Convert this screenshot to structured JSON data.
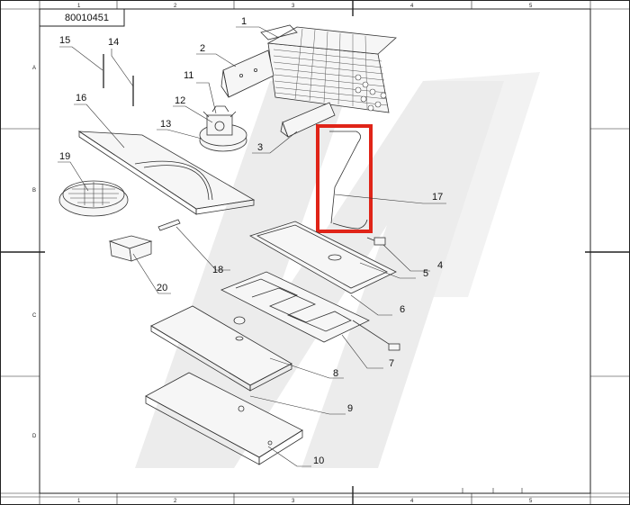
{
  "drawing": {
    "number": "80010451",
    "col_refs": [
      "1",
      "2",
      "3",
      "4",
      "5"
    ],
    "row_refs": [
      "A",
      "B",
      "C",
      "D"
    ],
    "highlight_color": "#e02418"
  },
  "callouts": [
    {
      "id": "1",
      "label": "1"
    },
    {
      "id": "2",
      "label": "2"
    },
    {
      "id": "3",
      "label": "3"
    },
    {
      "id": "4",
      "label": "4"
    },
    {
      "id": "5",
      "label": "5"
    },
    {
      "id": "6",
      "label": "6"
    },
    {
      "id": "7",
      "label": "7"
    },
    {
      "id": "8",
      "label": "8"
    },
    {
      "id": "9",
      "label": "9"
    },
    {
      "id": "10",
      "label": "10"
    },
    {
      "id": "11",
      "label": "11"
    },
    {
      "id": "12",
      "label": "12"
    },
    {
      "id": "13",
      "label": "13"
    },
    {
      "id": "14",
      "label": "14"
    },
    {
      "id": "15",
      "label": "15"
    },
    {
      "id": "16",
      "label": "16"
    },
    {
      "id": "17",
      "label": "17"
    },
    {
      "id": "18",
      "label": "18"
    },
    {
      "id": "19",
      "label": "19"
    },
    {
      "id": "20",
      "label": "20"
    }
  ]
}
